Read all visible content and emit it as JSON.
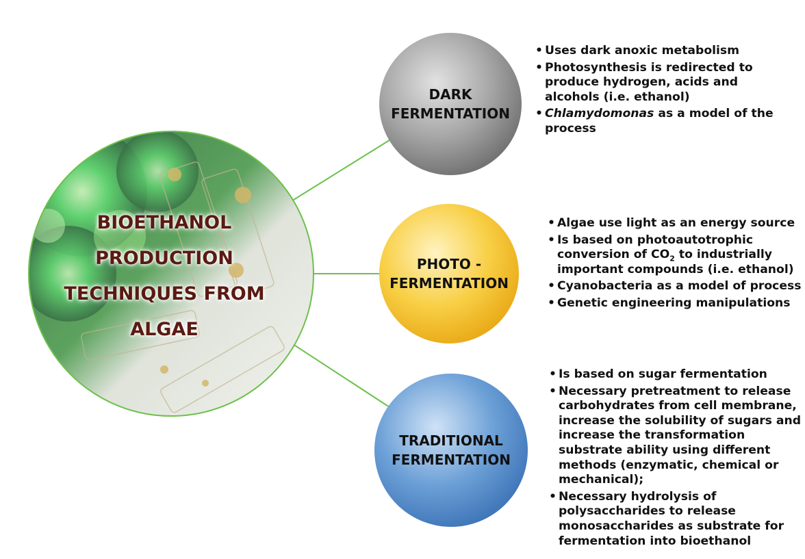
{
  "center": {
    "title_lines": [
      "BIOETHANOL",
      "PRODUCTION",
      "TECHNIQUES FROM",
      "ALGAE"
    ]
  },
  "colors": {
    "connector": "#6cc04a",
    "center_border": "#6cc04a",
    "title_text": "#5a1a12",
    "dark_bubble": "#8a8a8a",
    "photo_bubble": "#f5c32c",
    "traditional_bubble": "#4f86c6"
  },
  "techniques": [
    {
      "name_lines": [
        "DARK",
        "FERMENTATION"
      ],
      "bullets": [
        {
          "text": "Uses  dark anoxic metabolism"
        },
        {
          "text": "Photosynthesis is redirected to produce hydrogen, acids and alcohols (i.e. ethanol)"
        },
        {
          "italic": "Chlamydomonas",
          "text": " as a model of the process"
        }
      ]
    },
    {
      "name_lines": [
        "PHOTO -",
        "FERMENTATION"
      ],
      "bullets": [
        {
          "text": "Algae use light as an energy source"
        },
        {
          "text": "Is based on photoautotrophic conversion of CO",
          "sub": "2",
          "text_after": " to industrially important compounds (i.e. ethanol)"
        },
        {
          "text": "Cyanobacteria as a model of process"
        },
        {
          "text": "Genetic engineering manipulations"
        }
      ]
    },
    {
      "name_lines": [
        "TRADITIONAL",
        "FERMENTATION"
      ],
      "bullets": [
        {
          "text": "Is based on sugar fermentation"
        },
        {
          "text": "Necessary pretreatment to release carbohydrates from cell membrane, increase the solubility of sugars and increase the transformation substrate ability using different methods (enzymatic, chemical or mechanical);"
        },
        {
          "text": "Necessary hydrolysis of polysaccharides to release monosaccharides as substrate for fermentation into bioethanol"
        }
      ]
    }
  ]
}
